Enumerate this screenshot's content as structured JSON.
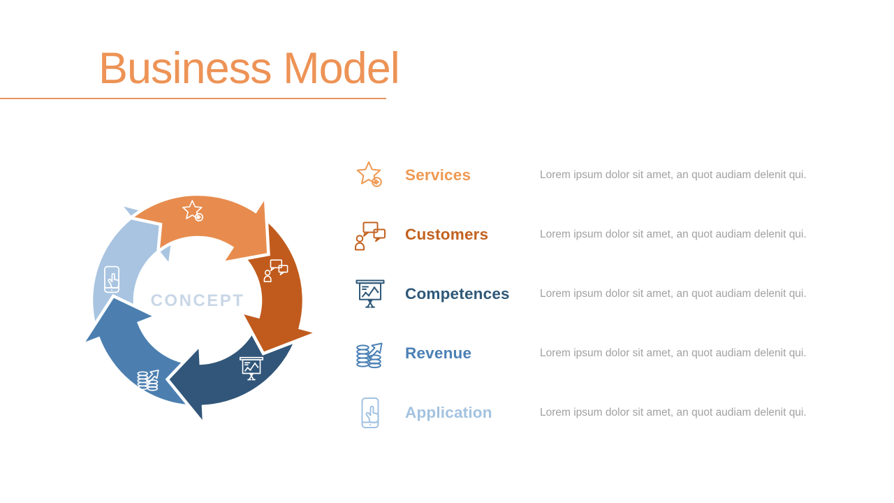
{
  "slide_title": "Business Model",
  "colors": {
    "title_accent": "#ED9356",
    "title_rule": "#E8935A",
    "concept_label": "#C9D7E6",
    "description_text": "#A1A1A2"
  },
  "diagram": {
    "center_label": "CONCEPT",
    "arrows": [
      {
        "name": "services",
        "color": "#E78C4E",
        "icon": "star-plus-icon"
      },
      {
        "name": "customers",
        "color": "#C05B1D",
        "icon": "chat-person-icon"
      },
      {
        "name": "competences",
        "color": "#315679",
        "icon": "presentation-chart-icon"
      },
      {
        "name": "revenue",
        "color": "#4C7FB0",
        "icon": "coins-growth-icon"
      },
      {
        "name": "application",
        "color": "#A9C4E0",
        "icon": "phone-tap-icon"
      }
    ]
  },
  "items": [
    {
      "label": "Services",
      "color": "#EE9951",
      "icon": "star-plus-icon",
      "description": "Lorem ipsum dolor sit amet, an quot audiam delenit qui."
    },
    {
      "label": "Customers",
      "color": "#C2621F",
      "icon": "chat-person-icon",
      "description": "Lorem ipsum dolor sit amet, an quot audiam delenit qui."
    },
    {
      "label": "Competences",
      "color": "#2F5878",
      "icon": "presentation-chart-icon",
      "description": "Lorem ipsum dolor sit amet, an quot audiam delenit qui."
    },
    {
      "label": "Revenue",
      "color": "#4B80B5",
      "icon": "coins-growth-icon",
      "description": "Lorem ipsum dolor sit amet, an quot audiam delenit qui."
    },
    {
      "label": "Application",
      "color": "#A3C2E0",
      "icon": "phone-tap-icon",
      "description": "Lorem ipsum dolor sit amet, an quot audiam delenit qui."
    }
  ]
}
